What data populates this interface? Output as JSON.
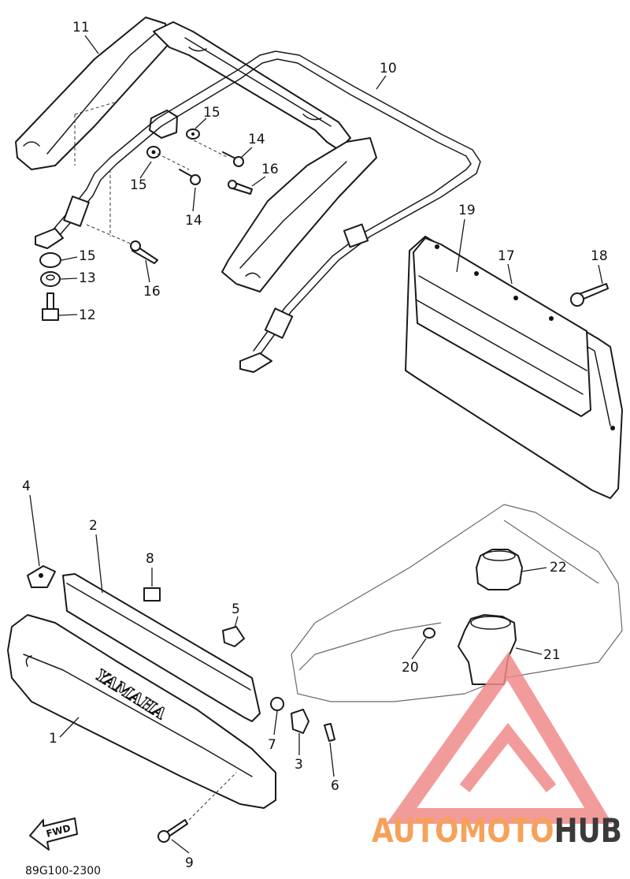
{
  "diagram": {
    "part_code": "89G100-2300",
    "fwd_label": "FWD",
    "logo_text": "YAMAHA",
    "callouts": [
      "1",
      "2",
      "3",
      "4",
      "5",
      "6",
      "7",
      "8",
      "9",
      "10",
      "11",
      "12",
      "13",
      "14",
      "14",
      "15",
      "15",
      "15",
      "16",
      "16",
      "17",
      "18",
      "19",
      "20",
      "21",
      "22"
    ]
  },
  "watermark": {
    "part1": "AUTOMOTO",
    "part2": "HUB",
    "accent_color": "#f6a15a",
    "dark_color": "#3a3a3a",
    "mark_color": "#f08a8a"
  }
}
